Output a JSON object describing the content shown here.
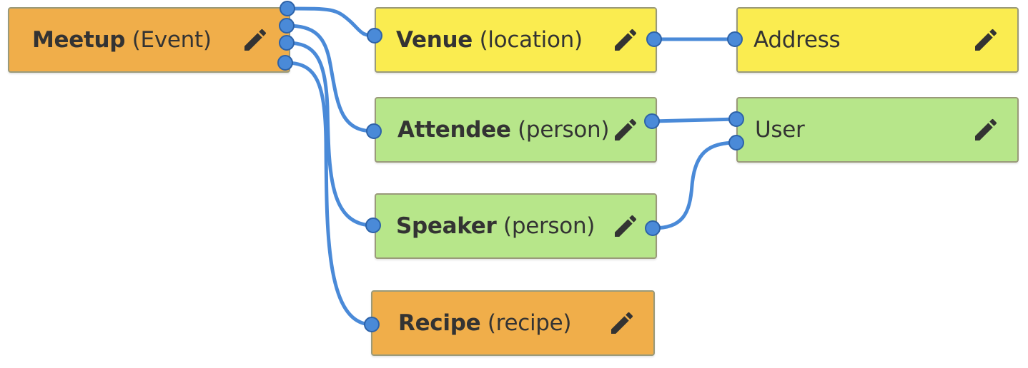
{
  "colors": {
    "event": "#f0ae4a",
    "location": "#faec50",
    "person": "#b7e68a",
    "wire": "#4a8ad8",
    "port_stroke": "#2d62a8",
    "text": "#333333"
  },
  "nodes": [
    {
      "id": "meetup",
      "name": "Meetup",
      "type": "(Event)",
      "color_key": "event"
    },
    {
      "id": "venue",
      "name": "Venue",
      "type": "(location)",
      "color_key": "location"
    },
    {
      "id": "address",
      "name": "Address",
      "type": "",
      "color_key": "location"
    },
    {
      "id": "attendee",
      "name": "Attendee",
      "type": "(person)",
      "color_key": "person"
    },
    {
      "id": "user",
      "name": "User",
      "type": "",
      "color_key": "person"
    },
    {
      "id": "speaker",
      "name": "Speaker",
      "type": "(person)",
      "color_key": "person"
    },
    {
      "id": "recipe",
      "name": "Recipe",
      "type": "(recipe)",
      "color_key": "event"
    }
  ],
  "edit_icon": "pencil-icon",
  "port_icon": "circle-port"
}
